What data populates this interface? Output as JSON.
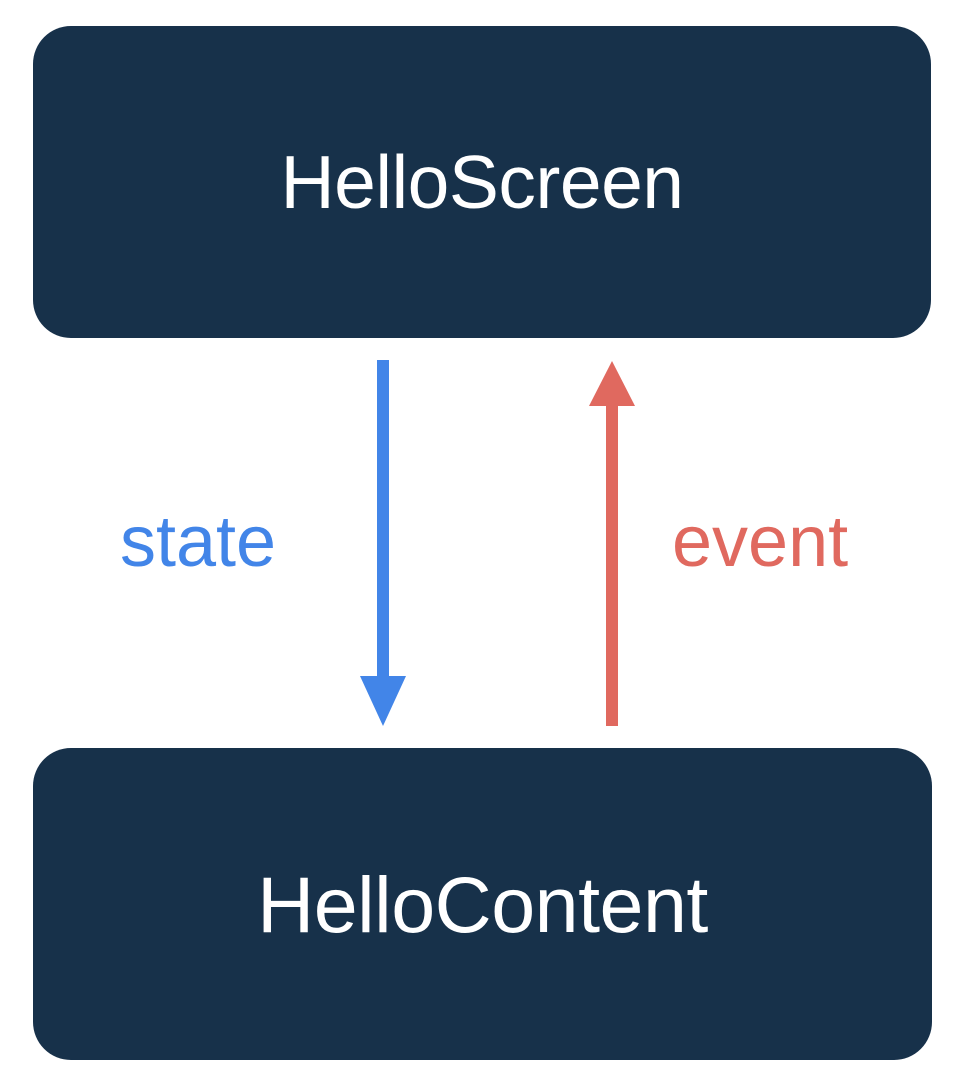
{
  "diagram": {
    "type": "unidirectional-data-flow",
    "background_color": "#ffffff",
    "nodes": [
      {
        "id": "hello-screen",
        "label": "HelloScreen",
        "fill_color": "#17314a",
        "text_color": "#ffffff",
        "position": "top"
      },
      {
        "id": "hello-content",
        "label": "HelloContent",
        "fill_color": "#17314a",
        "text_color": "#ffffff",
        "position": "bottom"
      }
    ],
    "edges": [
      {
        "id": "state-edge",
        "label": "state",
        "color": "#4285e8",
        "from": "HelloScreen",
        "to": "HelloContent",
        "direction": "down",
        "arrowhead": "bottom"
      },
      {
        "id": "event-edge",
        "label": "event",
        "color": "#e0695f",
        "from": "HelloContent",
        "to": "HelloScreen",
        "direction": "up",
        "arrowhead": "top"
      }
    ]
  }
}
